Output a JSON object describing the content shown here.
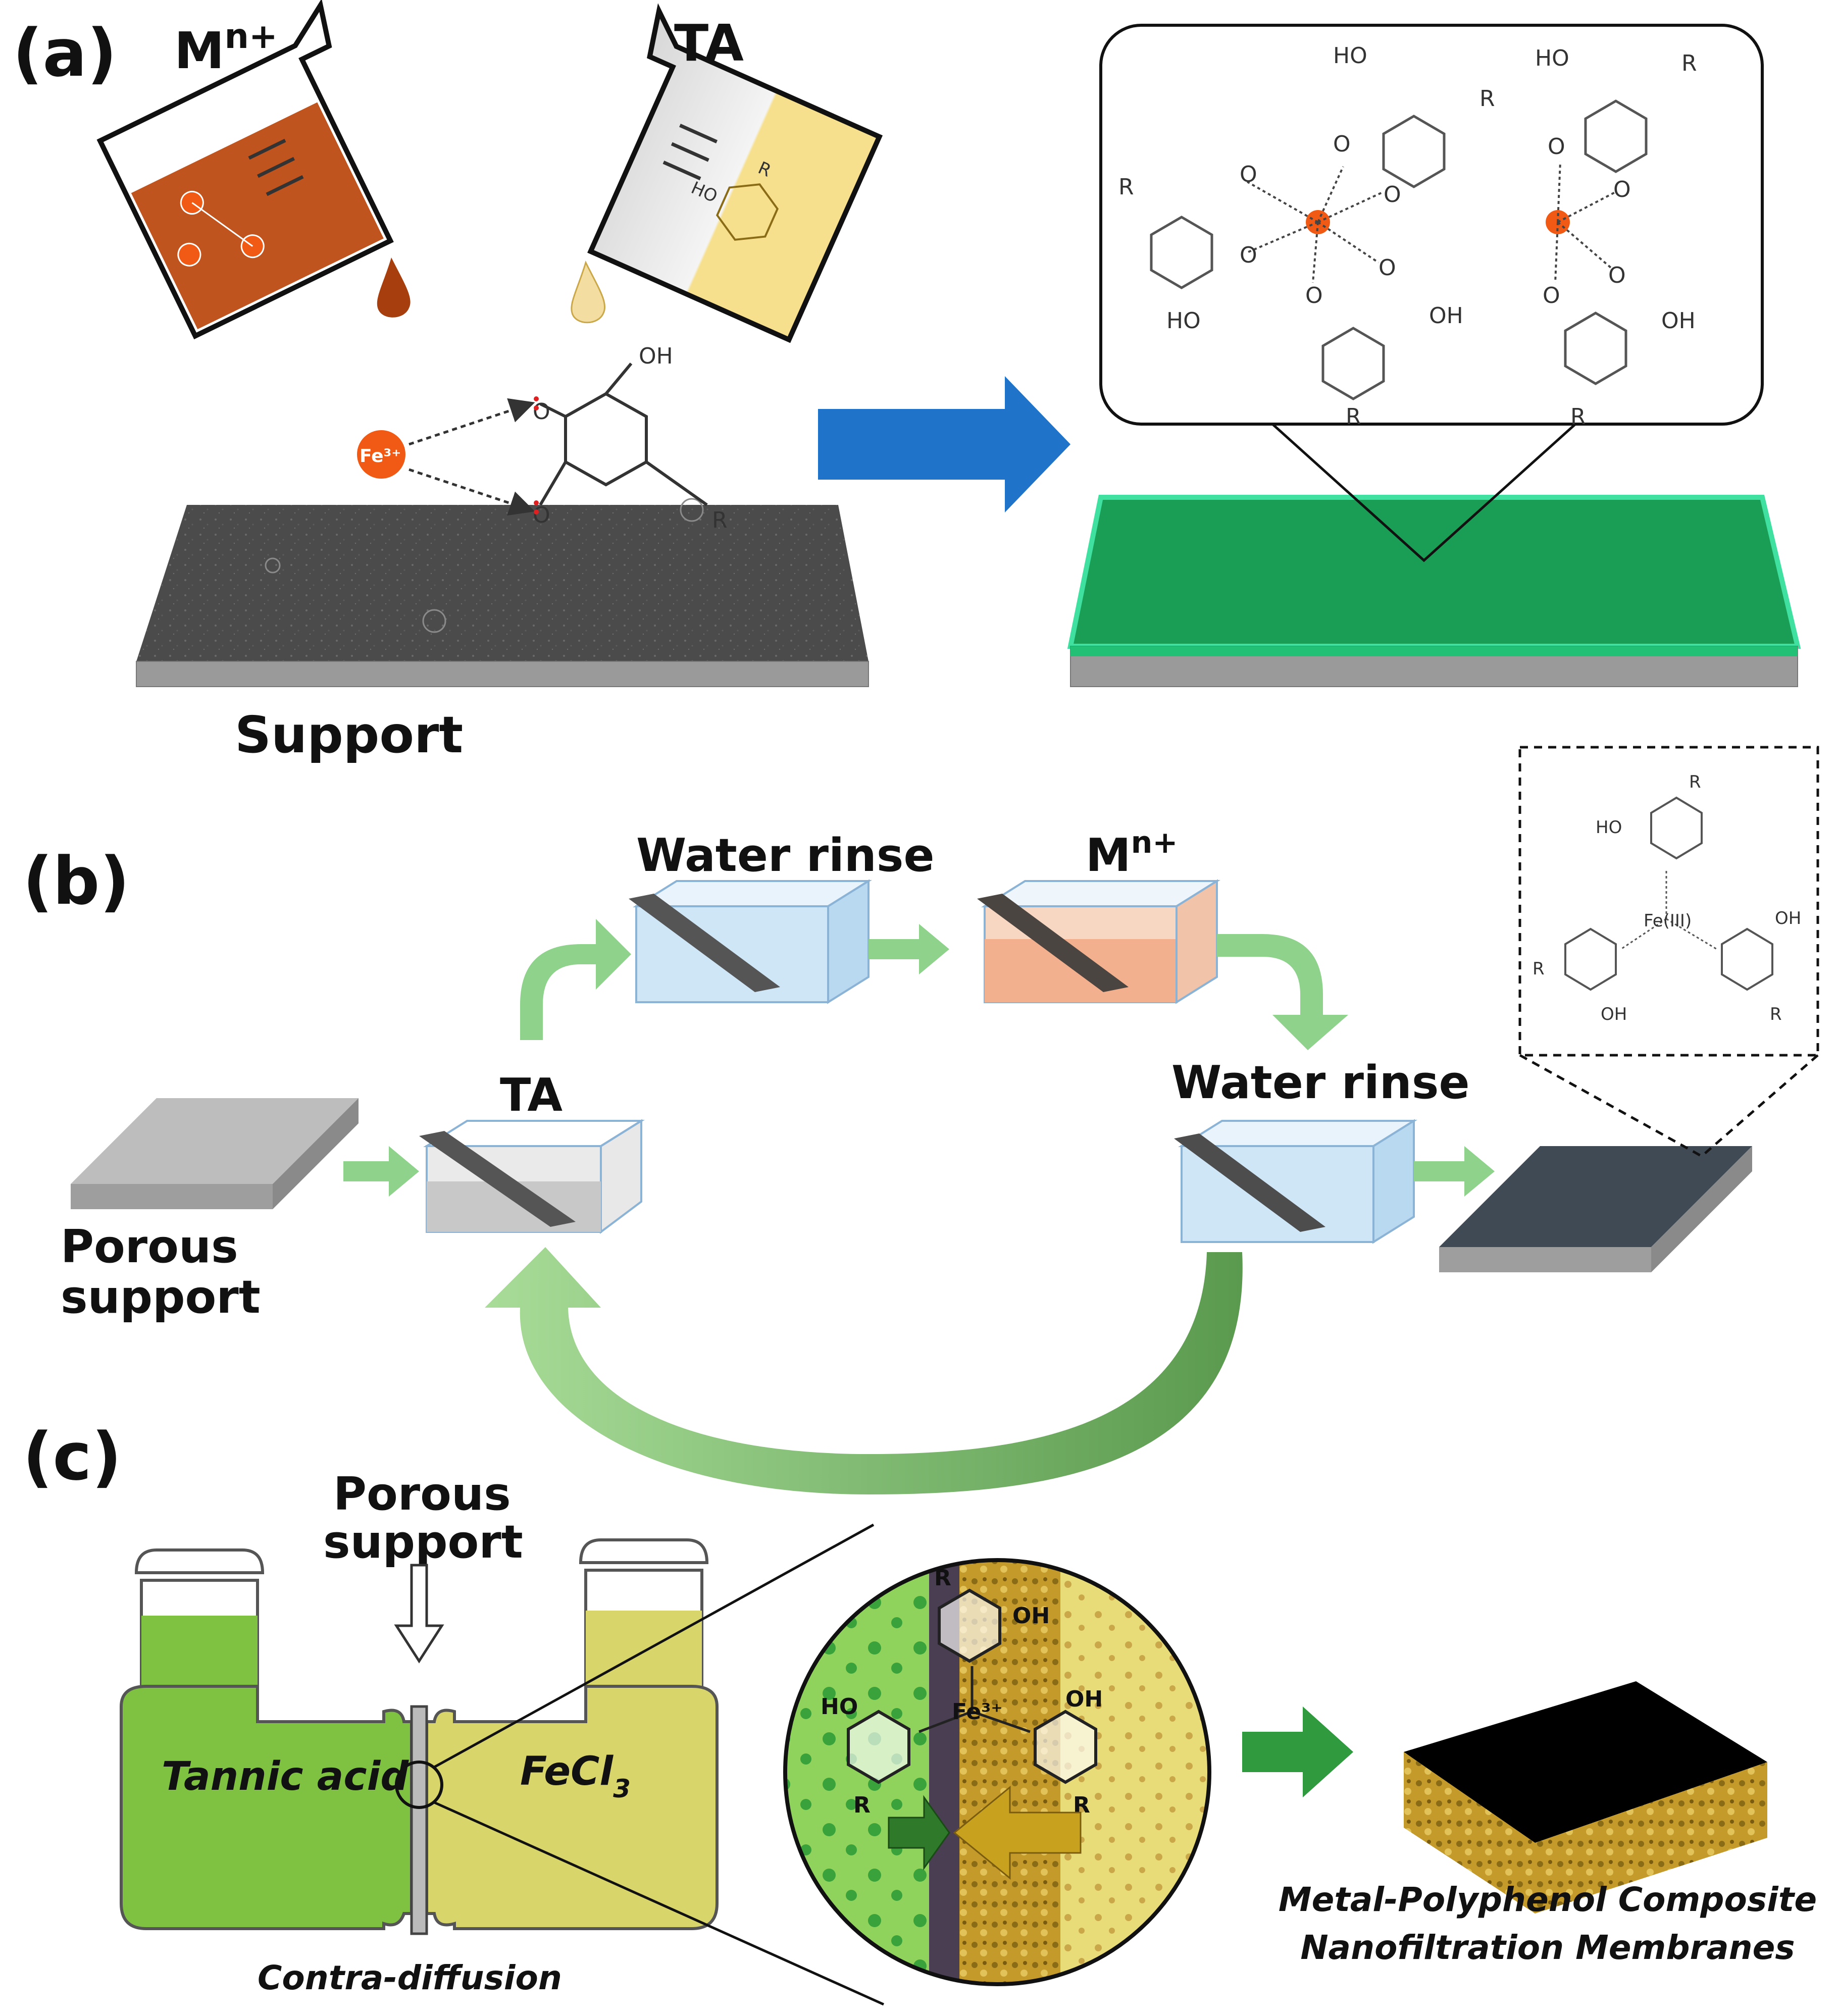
{
  "panels": {
    "a": {
      "label": "(a)",
      "metal_label": "M",
      "metal_sup": "n+",
      "ta_label": "TA",
      "support_label": "Support",
      "fe_ion": "Fe³⁺",
      "oh": "OH",
      "ho": "HO",
      "o": "O",
      "r": "R",
      "colors": {
        "metal_solution": "#c0541f",
        "ta_solution": "#f6e08e",
        "support": "#4a4a4a",
        "film": "#1a9e55",
        "arrow": "#1f73c8",
        "ion": "#f05a14"
      }
    },
    "b": {
      "label": "(b)",
      "water_rinse_1": "Water rinse",
      "metal_label": "M",
      "metal_sup": "n+",
      "ta_label": "TA",
      "water_rinse_2": "Water rinse",
      "porous_support_line1": "Porous",
      "porous_support_line2": "support",
      "fe_center": "Fe(III)",
      "oh": "OH",
      "ho": "HO",
      "r": "R",
      "colors": {
        "arrow": "#8ed28c",
        "water": "#cfe6f7",
        "metal_bath": "#f3b08e",
        "ta_bath": "#d9d9d9",
        "membrane": "#3f4a55"
      }
    },
    "c": {
      "label": "(c)",
      "porous_support_line1": "Porous",
      "porous_support_line2": "support",
      "left_solution": "Tannic acid",
      "right_solution_main": "FeCl",
      "right_solution_sub": "3",
      "fe_center": "Fe³⁺",
      "oh": "OH",
      "ho": "HO",
      "r": "R",
      "contra_diffusion": "Contra-diffusion",
      "result_line1": "Metal-Polyphenol Composite",
      "result_line2": "Nanofiltration Membranes",
      "colors": {
        "tannic": "#7fc241",
        "fecl3": "#d8d56a",
        "membrane_top": "#000000",
        "membrane_base": "#c9a227",
        "arrow": "#2f9a3e"
      }
    }
  }
}
